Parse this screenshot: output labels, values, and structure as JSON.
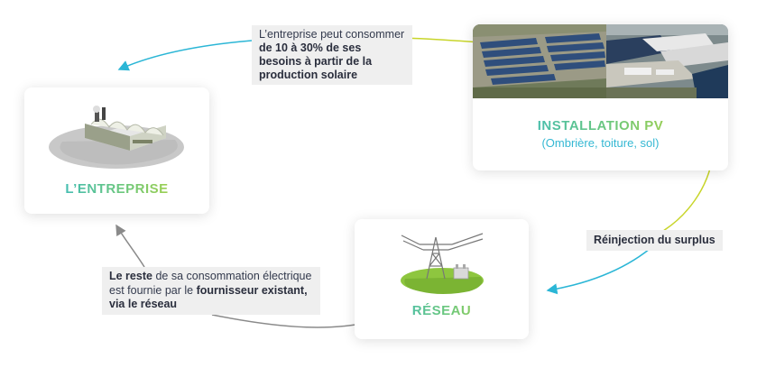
{
  "entreprise": {
    "title": "L’ENTREPRISE",
    "icon": "factory-icon"
  },
  "pv": {
    "title_part1": "INSTALLATION",
    "title_part2": "PV",
    "subtitle": "(Ombrière, toiture, sol)",
    "icon": "solar-panels-photo"
  },
  "reseau": {
    "title": "RÉSEAU",
    "icon": "power-pylon-icon"
  },
  "label_top": {
    "prefix": "L’entreprise peut consommer",
    "bold": "de 10 à 30% de ses besoins à partir de la production solaire"
  },
  "label_left": {
    "bold1": "Le reste",
    "middle": "de sa consommation électrique est fournie par le",
    "bold2": "fournisseur existant, via le réseau"
  },
  "label_right": {
    "text": "Réinjection du surplus"
  },
  "colors": {
    "arrow_blue": "#2bb6d6",
    "arrow_yellow": "#c8d52a",
    "arrow_gray": "#8a8a8a",
    "title_cyan": "#2bb6d6",
    "title_green": "#9bc94a",
    "label_bg": "#efefef"
  }
}
